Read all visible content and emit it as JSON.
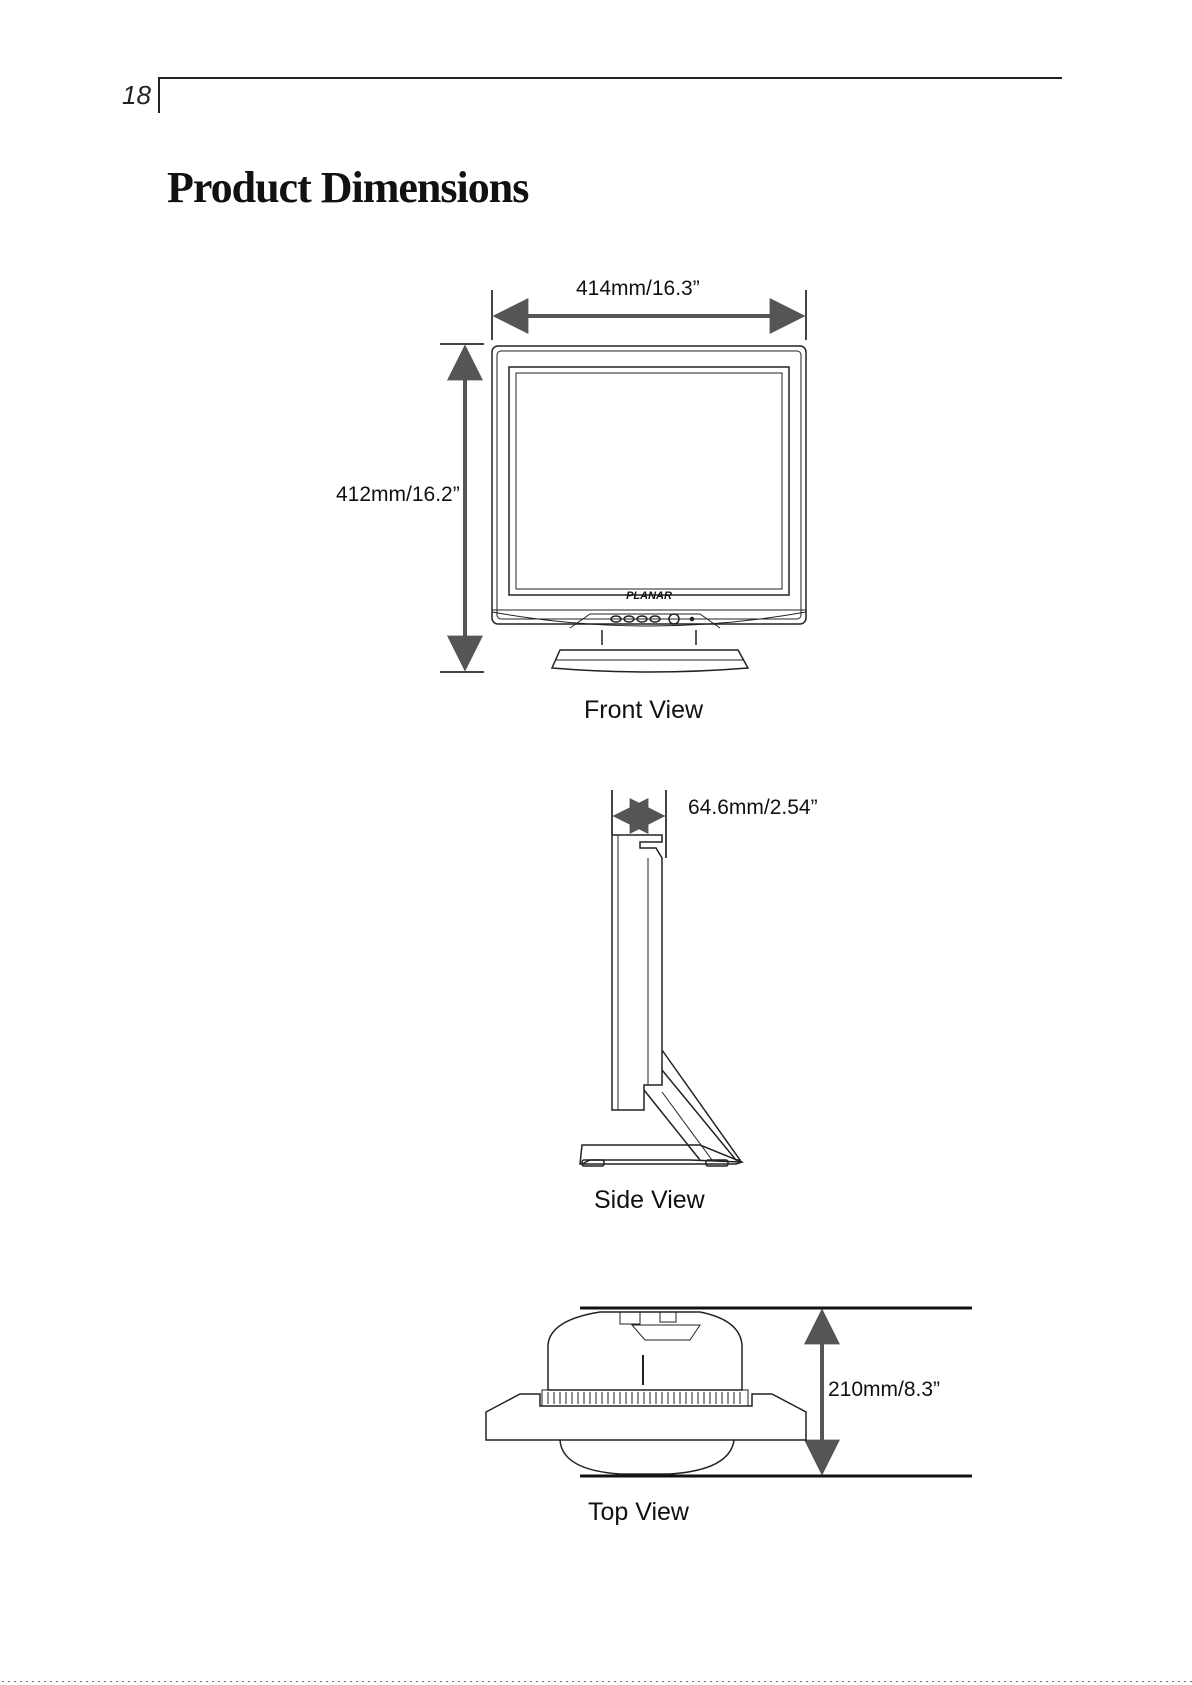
{
  "page": {
    "number": "18",
    "title": "Product Dimensions"
  },
  "front_view": {
    "caption": "Front View",
    "width_label": "414mm/16.3”",
    "height_label": "412mm/16.2”",
    "logo_text": "PLANAR"
  },
  "side_view": {
    "caption": "Side View",
    "depth_label": "64.6mm/2.54”"
  },
  "top_view": {
    "caption": "Top View",
    "base_depth_label": "210mm/8.3”"
  }
}
